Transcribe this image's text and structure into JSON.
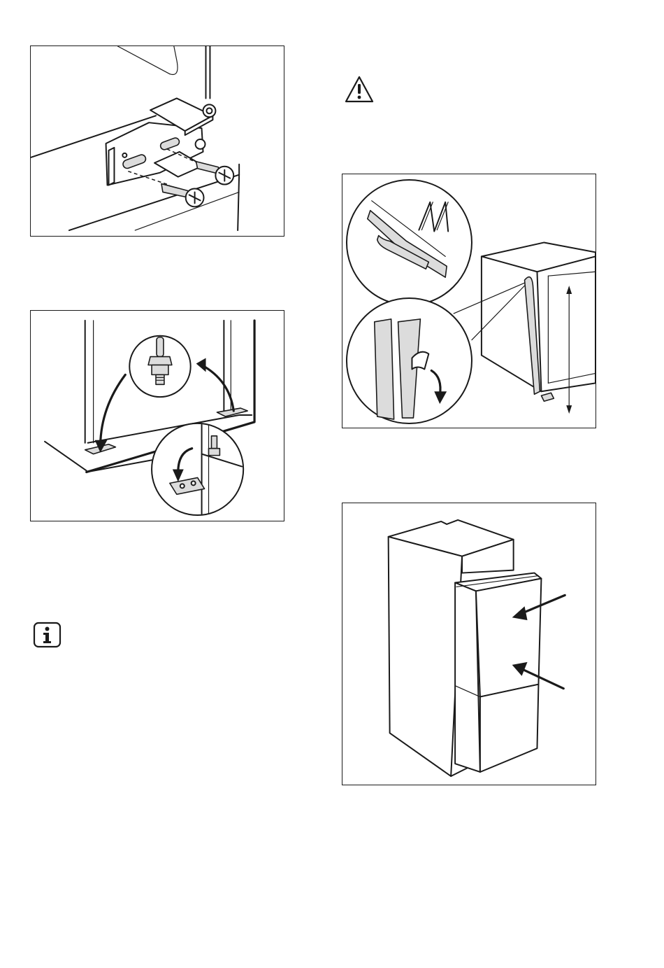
{
  "page": {
    "figures": [
      {
        "id": "hinge-screw-figure",
        "icon": "hinge-bracket-screws-illustration"
      },
      {
        "id": "door-stop-feet-figure",
        "icon": "bottom-feet-relocation-illustration"
      },
      {
        "id": "seal-strip-figure",
        "icon": "sealing-strip-application-illustration"
      },
      {
        "id": "push-into-niche-figure",
        "icon": "push-appliance-into-niche-illustration"
      }
    ],
    "icons": {
      "warning": "warning-triangle-icon",
      "info": "information-icon"
    },
    "colors": {
      "line": "#1a1a1a",
      "fill_gray": "#dcdcdc",
      "background": "#ffffff"
    }
  }
}
